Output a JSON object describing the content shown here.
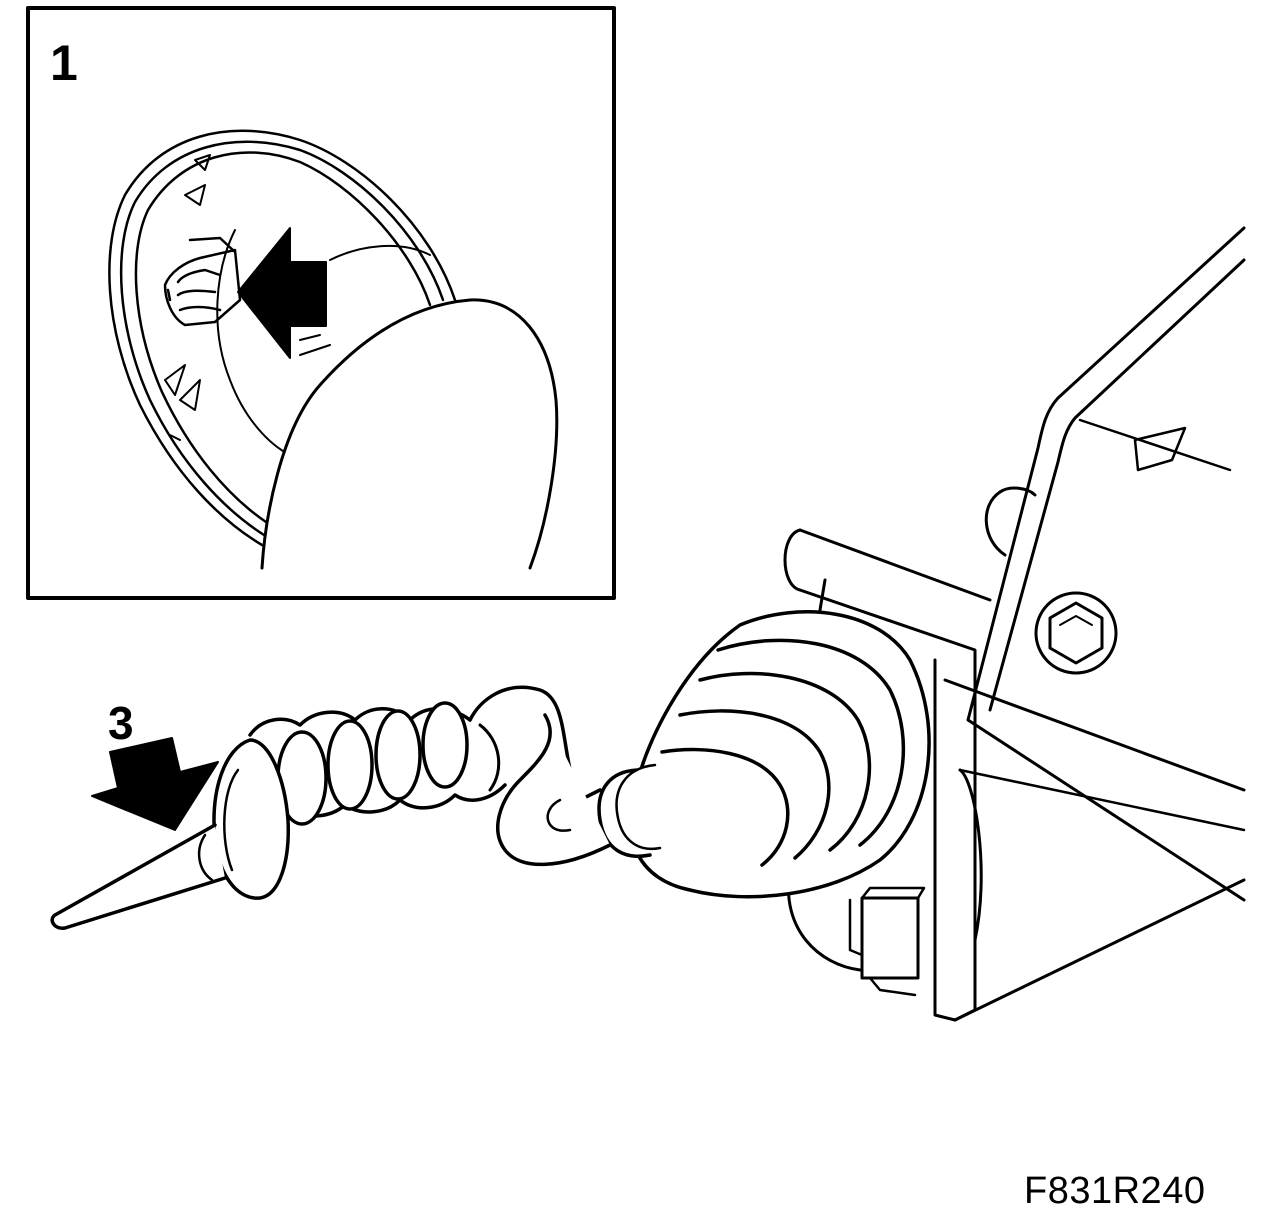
{
  "labels": {
    "step_1": "1",
    "step_3": "3",
    "figure_code": "F831R240"
  },
  "colors": {
    "ink": "#000000",
    "paper": "#ffffff"
  }
}
